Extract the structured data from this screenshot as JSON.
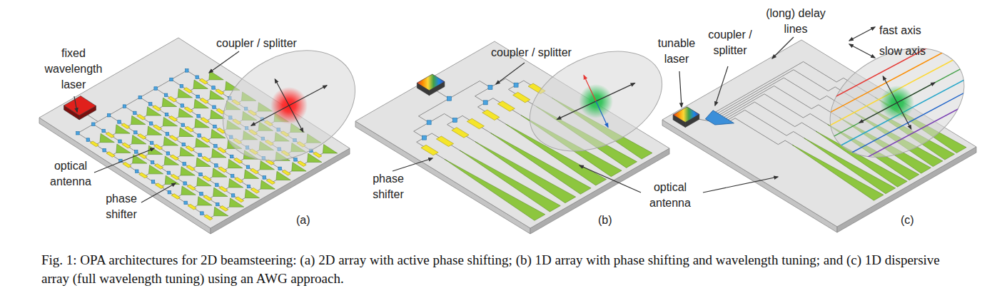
{
  "diagram": {
    "caption": "Fig. 1: OPA architectures for 2D beamsteering: (a) 2D array with active phase shifting; (b) 1D array with phase shifting and wavelength tuning; and (c) 1D dispersive array (full wavelength tuning) using an AWG approach.",
    "labels": [
      "fixed wavelength laser",
      "coupler / splitter",
      "optical antenna",
      "phase shifter",
      "(a)",
      "coupler / splitter",
      "phase shifter",
      "(b)",
      "optical antenna",
      "tunable laser",
      "coupler / splitter",
      "(long) delay lines",
      "fast axis",
      "slow axis",
      "(c)"
    ]
  }
}
